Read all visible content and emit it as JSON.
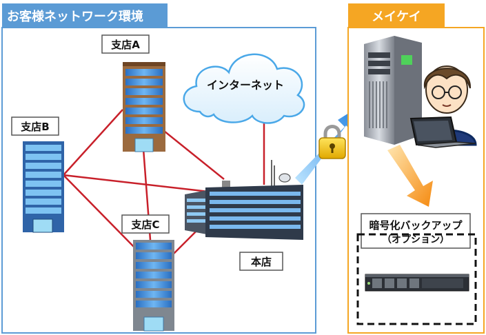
{
  "customer_network": {
    "title": "お客様ネットワーク環境",
    "branch_a": "支店A",
    "branch_b": "支店B",
    "branch_c": "支店C",
    "head_office": "本店",
    "internet": "インターネット"
  },
  "meikei": {
    "title": "メイケイ",
    "backup_title": "暗号化バックアップ",
    "backup_option": "（オプション）"
  },
  "colors": {
    "customer_panel": "#5b9bd5",
    "meikei_panel": "#f5a623",
    "link_line": "#c8202a",
    "secure_arrow": "#1f8fe0",
    "backup_arrow": "#f59a1a",
    "lock": "#f2c400"
  },
  "icons": [
    "building-icon",
    "cloud-icon",
    "server-tower-icon",
    "operator-avatar-icon",
    "laptop-icon",
    "padlock-icon",
    "rack-server-icon"
  ]
}
